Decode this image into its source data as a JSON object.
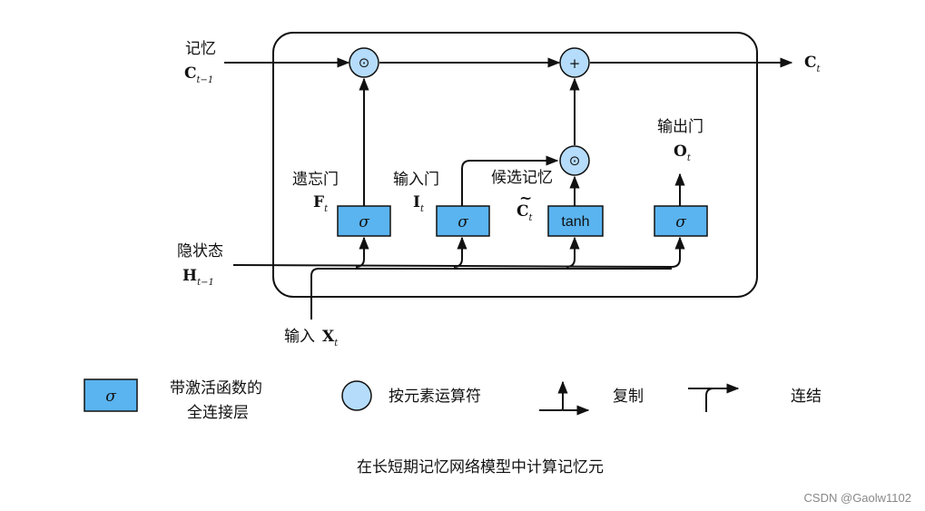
{
  "nodes": {
    "memory_label": "记忆",
    "memory_symbol": "C",
    "memory_sub": "t−1",
    "output_cell_symbol": "C",
    "output_cell_sub": "t",
    "forget_gate_label": "遗忘门",
    "forget_gate_symbol": "F",
    "forget_gate_sub": "t",
    "input_gate_label": "输入门",
    "input_gate_symbol": "I",
    "input_gate_sub": "t",
    "candidate_label": "候选记忆",
    "candidate_symbol": "C",
    "candidate_tilde": "~",
    "candidate_sub": "t",
    "output_gate_label": "输出门",
    "output_gate_symbol": "O",
    "output_gate_sub": "t",
    "hidden_label": "隐状态",
    "hidden_symbol": "H",
    "hidden_sub": "t−1",
    "input_label": "输入",
    "input_symbol": "X",
    "input_sub": "t"
  },
  "boxes": {
    "sigma": "σ",
    "tanh": "tanh"
  },
  "operators": {
    "multiply": "⊙",
    "add": "+"
  },
  "legend": {
    "fc_symbol": "σ",
    "fc_line1": "带激活函数的",
    "fc_line2": "全连接层",
    "elementwise": "按元素运算符",
    "copy": "复制",
    "concat": "连结"
  },
  "caption": "在长短期记忆网络模型中计算记忆元",
  "watermark": "CSDN @Gaolw1102",
  "colors": {
    "box_fill": "#5ab4f0",
    "circle_fill": "#b5dcfa",
    "line": "#111111"
  }
}
